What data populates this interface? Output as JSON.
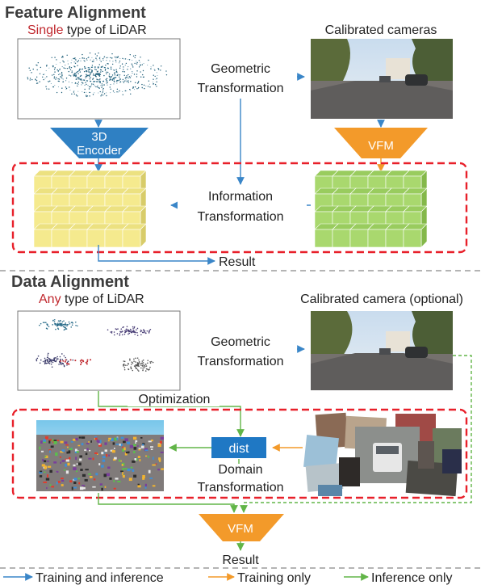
{
  "feature_section": {
    "title": "Feature Alignment",
    "lidar_caption_keyword": "Single",
    "lidar_caption_rest": " type of  LiDAR",
    "camera_caption": "Calibrated cameras",
    "geometric_line1": "Geometric",
    "geometric_line2": "Transformation",
    "encoder_line1": "3D",
    "encoder_line2": "Encoder",
    "vfm_label": "VFM",
    "info_line1": "Information",
    "info_line2": "Transformation",
    "result_label": "Result"
  },
  "data_section": {
    "title": "Data Alignment",
    "lidar_caption_keyword": "Any",
    "lidar_caption_rest": " type of LiDAR",
    "camera_caption": "Calibrated camera (optional)",
    "geometric_line1": "Geometric",
    "geometric_line2": "Transformation",
    "optimization_label": "Optimization",
    "dist_label": "dist",
    "domain_line1": "Domain",
    "domain_line2": "Transformation",
    "vfm_label": "VFM",
    "result_label": "Result"
  },
  "legend": {
    "training_and_inference": "Training and inference",
    "training_only": "Training only",
    "inference_only": "Inference only"
  },
  "colors": {
    "blue": "#3a86c8",
    "orange": "#f39a2a",
    "green": "#62b548",
    "red_dash": "#e8202a",
    "keyword_red": "#c0272d",
    "yellow_cube": "#f5ea8e",
    "green_cube": "#a9d86e",
    "dist_box": "#1f78c4"
  }
}
